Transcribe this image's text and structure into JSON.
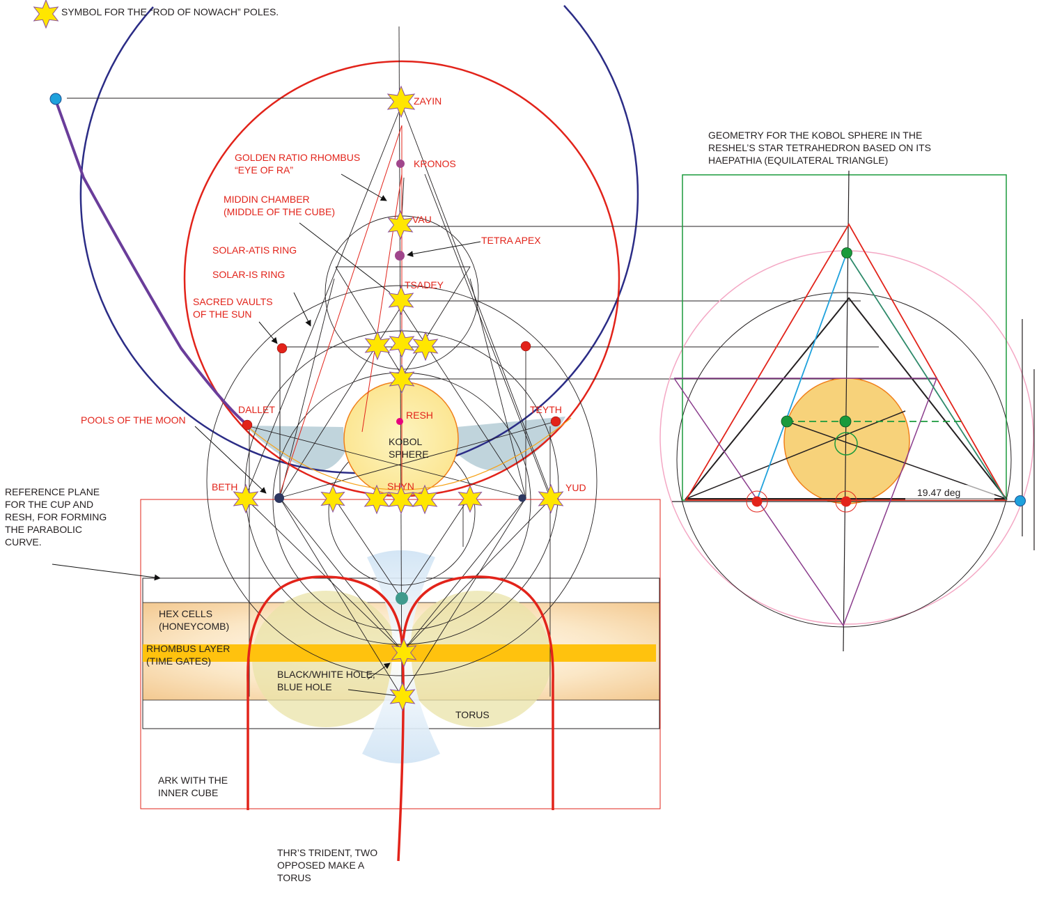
{
  "legend": {
    "symbol_text": "SYMBOL FOR THE “ROD OF NOWACH” POLES."
  },
  "colors": {
    "red": "#e2231a",
    "navy": "#2b2c86",
    "purple": "#6a3d9a",
    "green": "#1a9a3c",
    "star_fill": "#ffe600",
    "star_stroke": "#8a4fa0",
    "sphere_fill": "#fbe38a",
    "sphere_stroke": "#f07f1a",
    "gold_band": "#ffc20e",
    "pool_blue": "#b9cfd8",
    "pink": "#f4a7c4"
  },
  "labels_red": {
    "zayin": "ZAYIN",
    "kronos": "KRONOS",
    "vau": "VAU",
    "tetra_apex": "TETRA APEX",
    "tsadey": "TSADEY",
    "golden_ratio_1": "GOLDEN RATIO RHOMBUS",
    "golden_ratio_2": "“EYE OF RA”",
    "middin_1": "MIDDIN CHAMBER",
    "middin_2": "(MIDDLE OF THE CUBE)",
    "solar_atis": "SOLAR-ATIS RING",
    "solar_is": "SOLAR-IS RING",
    "sacred_1": "SACRED VAULTS",
    "sacred_2": "OF THE SUN",
    "dallet": "DALLET",
    "teyth": "TEYTH",
    "resh": "RESH",
    "pools": "POOLS OF THE MOON",
    "beth": "BETH",
    "shyn": "SHYN",
    "yud": "YUD"
  },
  "labels_black": {
    "kobol_1": "KOBOL",
    "kobol_2": "SPHERE",
    "ref_1": "REFERENCE PLANE",
    "ref_2": "FOR THE CUP AND",
    "ref_3": "RESH, FOR FORMING",
    "ref_4": "THE PARABOLIC",
    "ref_5": "CURVE.",
    "hex_1": "HEX CELLS",
    "hex_2": "(HONEYCOMB)",
    "rhombus_1": "RHOMBUS LAYER",
    "rhombus_2": "(TIME GATES)",
    "bw_1": "BLACK/WHITE HOLE,",
    "bw_2": "BLUE HOLE",
    "torus": "TORUS",
    "ark_1": "ARK WITH THE",
    "ark_2": "INNER CUBE",
    "thr_1": "THR’S TRIDENT, TWO",
    "thr_2": "OPPOSED MAKE A",
    "thr_3": "TORUS",
    "geo_1": "GEOMETRY FOR THE KOBOL SPHERE IN THE",
    "geo_2": "RESHEL’S STAR TETRAHEDRON BASED ON ITS",
    "geo_3": "HAEPATHIA (EQUILATERAL TRIANGLE)",
    "angle": "19.47 deg"
  }
}
